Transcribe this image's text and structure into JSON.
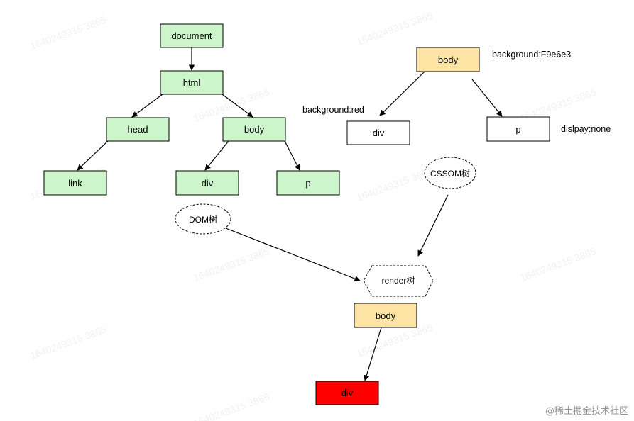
{
  "colors": {
    "dom_fill": "#ccf5cc",
    "body_fill": "#fde4a4",
    "red_fill": "#ff0000",
    "white_fill": "#ffffff",
    "stroke": "#000000"
  },
  "dom_tree": {
    "document": "document",
    "html": "html",
    "head": "head",
    "body": "body",
    "link": "link",
    "div": "div",
    "p": "p",
    "label": "DOM树"
  },
  "cssom_tree": {
    "body": "body",
    "body_style": "background:F9e6e3",
    "div": "div",
    "div_style": "background:red",
    "p": "p",
    "p_style": "dislpay:none",
    "label": "CSSOM树"
  },
  "render_tree": {
    "label": "render树",
    "body": "body",
    "div": "div"
  },
  "watermark": "1640249315 3865",
  "credit": "@稀土掘金技术社区"
}
